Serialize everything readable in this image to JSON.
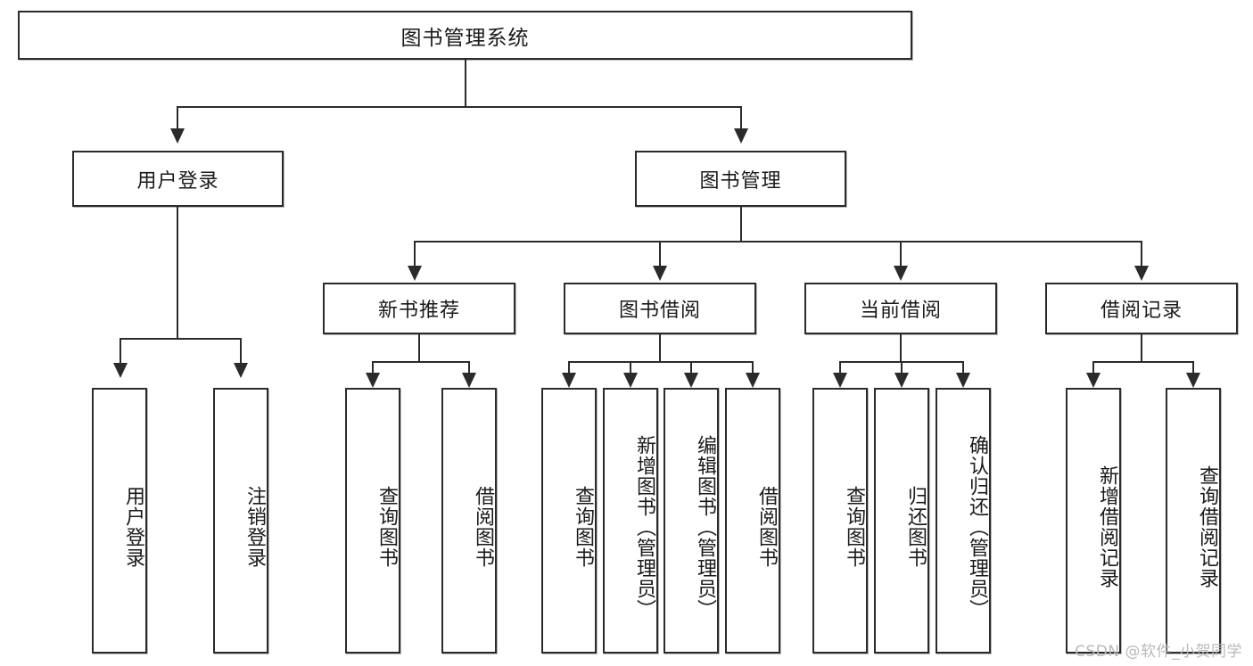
{
  "diagram": {
    "type": "tree-hierarchy-chart",
    "title": "图书管理系统",
    "levels": {
      "root": {
        "label": "图书管理系统"
      },
      "level2": [
        {
          "id": "user-login",
          "label": "用户登录"
        },
        {
          "id": "book-management",
          "label": "图书管理"
        }
      ],
      "level3": [
        {
          "id": "new-book-recommend",
          "label": "新书推荐",
          "parent": "book-management"
        },
        {
          "id": "book-borrow",
          "label": "图书借阅",
          "parent": "book-management"
        },
        {
          "id": "current-borrow",
          "label": "当前借阅",
          "parent": "book-management"
        },
        {
          "id": "borrow-record",
          "label": "借阅记录",
          "parent": "book-management"
        }
      ],
      "leaves": [
        {
          "id": "leaf-user-login",
          "label": "用户登录",
          "parent": "user-login"
        },
        {
          "id": "leaf-logout-login",
          "label": "注销登录",
          "parent": "user-login"
        },
        {
          "id": "leaf-query-book-1",
          "label": "查询图书",
          "parent": "new-book-recommend"
        },
        {
          "id": "leaf-borrow-book-1",
          "label": "借阅图书",
          "parent": "new-book-recommend"
        },
        {
          "id": "leaf-query-book-2",
          "label": "查询图书",
          "parent": "book-borrow"
        },
        {
          "id": "leaf-add-book",
          "label": "新增图书（管理员）",
          "parent": "book-borrow"
        },
        {
          "id": "leaf-edit-book",
          "label": "编辑图书（管理员）",
          "parent": "book-borrow"
        },
        {
          "id": "leaf-borrow-book-2",
          "label": "借阅图书",
          "parent": "book-borrow"
        },
        {
          "id": "leaf-query-book-3",
          "label": "查询图书",
          "parent": "current-borrow"
        },
        {
          "id": "leaf-return-book",
          "label": "归还图书",
          "parent": "current-borrow"
        },
        {
          "id": "leaf-confirm-return",
          "label": "确认归还（管理员）",
          "parent": "current-borrow"
        },
        {
          "id": "leaf-add-record",
          "label": "新增借阅记录",
          "parent": "borrow-record"
        },
        {
          "id": "leaf-query-record",
          "label": "查询借阅记录",
          "parent": "borrow-record"
        }
      ]
    },
    "colors": {
      "stroke": "#2b2b2b",
      "fill": "#ffffff",
      "text": "#1a1a1a",
      "watermark": "#b9b9b9"
    }
  },
  "watermark": {
    "text": "CSDN @软件_小贺同学"
  }
}
